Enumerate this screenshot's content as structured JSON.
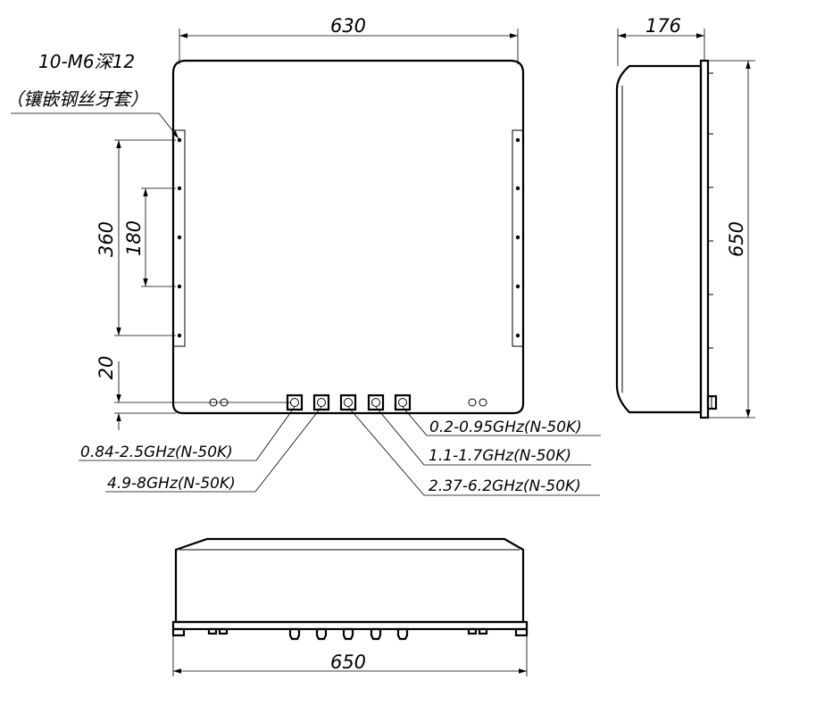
{
  "front_view": {
    "width_dim": "630",
    "dim_360": "360",
    "dim_180": "180",
    "dim_20": "20",
    "mount_note_line1": "10-M6深12",
    "mount_note_line2": "（镶嵌钢丝牙套）"
  },
  "side_view": {
    "depth_dim": "176",
    "height_dim": "650"
  },
  "bottom_view": {
    "width_dim": "650"
  },
  "ports": [
    "0.84-2.5GHz(N-50K)",
    "4.9-8GHz(N-50K)",
    "0.2-0.95GHz(N-50K)",
    "1.1-1.7GHz(N-50K)",
    "2.37-6.2GHz(N-50K)"
  ]
}
